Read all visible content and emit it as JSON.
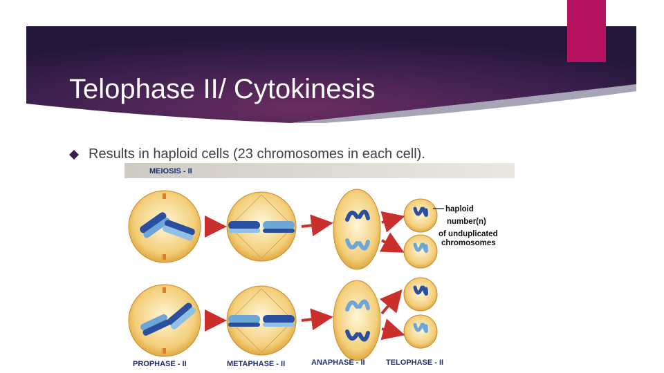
{
  "slide": {
    "title": "Telophase II/ Cytokinesis",
    "bullet": "Results in haploid cells (23 chromosomes in each cell).",
    "colors": {
      "banner_dark": "#26183f",
      "banner_glow": "#6b2d62",
      "accent": "#b5135f",
      "arrow": "#c9302c"
    }
  },
  "figure": {
    "heading": "MEIOSIS - II",
    "annotation": [
      "haploid",
      "number(n)",
      "of unduplicated",
      "chromosomes"
    ],
    "phases": [
      "PROPHASE - II",
      "METAPHASE - II",
      "ANAPHASE - II",
      "TELOPHASE - II"
    ]
  }
}
